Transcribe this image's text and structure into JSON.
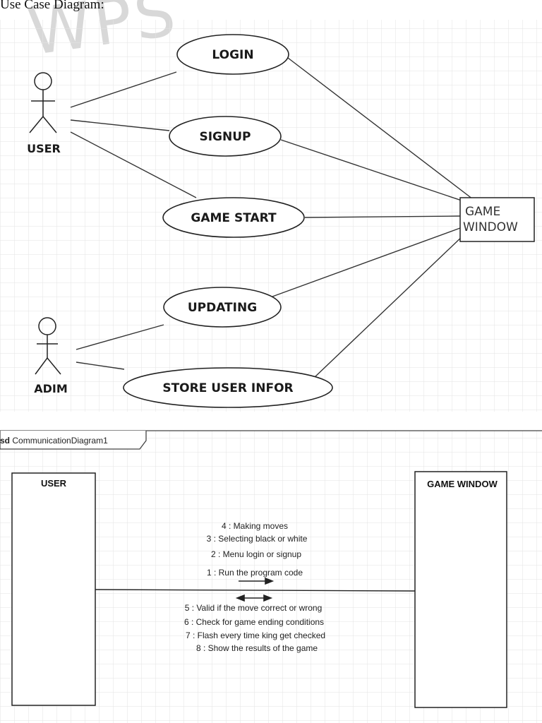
{
  "heading": "Use Case Diagram:",
  "watermark": "WPS",
  "use_case": {
    "actors": [
      "USER",
      "ADIM"
    ],
    "use_cases": [
      "LOGIN",
      "SIGNUP",
      "GAME START",
      "UPDATING",
      "STORE USER INFOR"
    ],
    "system": [
      "GAME",
      "WINDOW"
    ]
  },
  "communication": {
    "frame_prefix": "sd",
    "frame_title": "CommunicationDiagram1",
    "left_lifeline": "USER",
    "right_lifeline": "GAME WINDOW",
    "messages_above": [
      "4 : Making moves",
      "3 : Selecting black or white",
      "2 : Menu login or signup",
      "1 : Run the program code"
    ],
    "messages_below": [
      "5 : Valid if the move correct or wrong",
      "6 : Check for game ending conditions",
      "7 : Flash every time king get checked",
      "8 : Show the results of the game"
    ]
  },
  "colors": {
    "grid": "#e3e3e3",
    "line": "#333333"
  }
}
